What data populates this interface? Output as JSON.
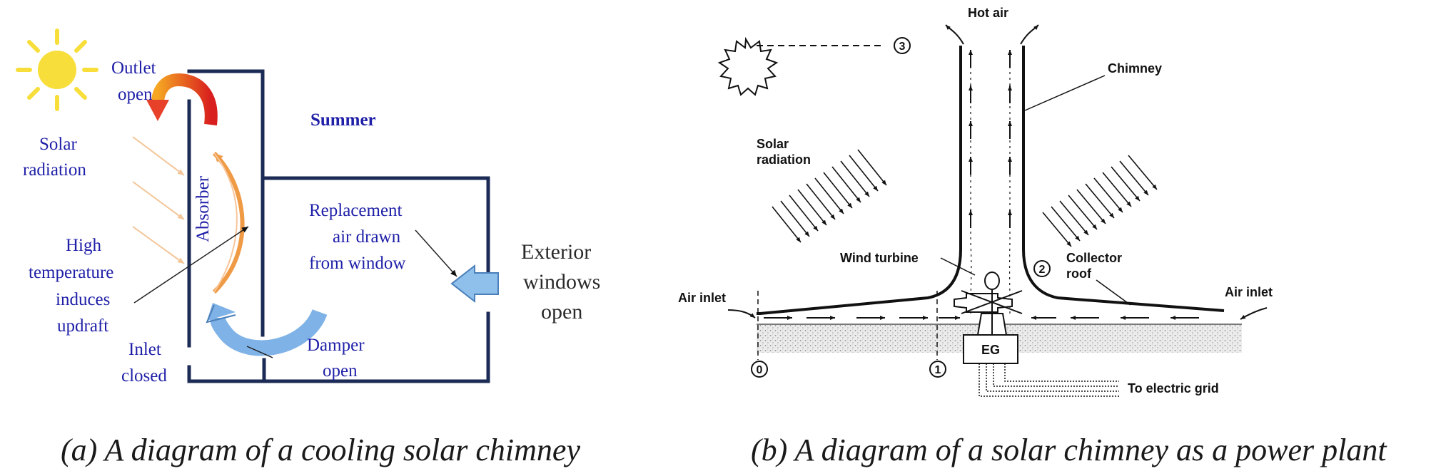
{
  "panel_a": {
    "outlet": [
      "Outlet",
      "open"
    ],
    "summer": "Summer",
    "solar_radiation": [
      "Solar",
      "radiation"
    ],
    "absorber": "Absorber",
    "high_temp": [
      "High",
      "temperature",
      "induces",
      "updraft"
    ],
    "replacement": [
      "Replacement",
      "air drawn",
      "from window"
    ],
    "exterior": [
      "Exterior",
      "windows",
      "open"
    ],
    "inlet": [
      "Inlet",
      "closed"
    ],
    "damper": [
      "Damper",
      "open"
    ],
    "caption": "(a)  A diagram of a cooling solar chimney"
  },
  "panel_b": {
    "hot_air": "Hot air",
    "chimney": "Chimney",
    "solar_radiation": [
      "Solar",
      "radiation"
    ],
    "wind_turbine": "Wind turbine",
    "collector_roof": [
      "Collector",
      "roof"
    ],
    "air_inlet_left": "Air inlet",
    "air_inlet_right": "Air inlet",
    "eg": "EG",
    "to_grid": "To electric grid",
    "points": [
      "0",
      "1",
      "2",
      "3"
    ],
    "caption": "(b)  A diagram of a solar chimney as a power plant"
  },
  "colors": {
    "wall": "#1b2b55",
    "label_blue": "#1f1fa8",
    "sun": "#f7de3b",
    "red_arrow": "#e8412a",
    "orange_arrow": "#ef9a45",
    "blue_arrow": "#7fb2e6"
  }
}
